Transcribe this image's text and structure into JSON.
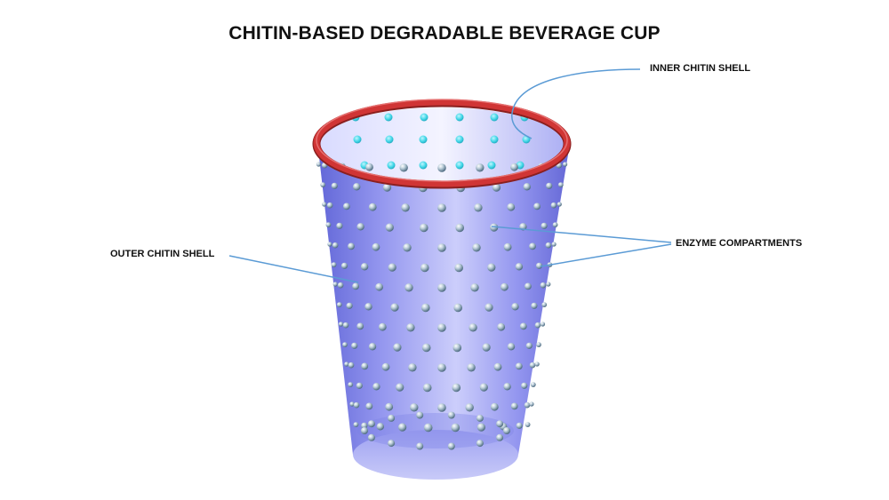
{
  "diagram": {
    "title": "CHITIN-BASED DEGRADABLE BEVERAGE CUP",
    "labels": {
      "inner_shell": "INNER CHITIN SHELL",
      "enzyme_compartments": "ENZYME COMPARTMENTS",
      "outer_shell": "OUTER CHITIN SHELL"
    },
    "colors": {
      "cup_body": "#8f92f0",
      "rim": "#d03535",
      "compartment_bead": "#9fb8c8",
      "inner_dot": "#3fd6e6",
      "leader_line": "#5b9bd5"
    }
  }
}
